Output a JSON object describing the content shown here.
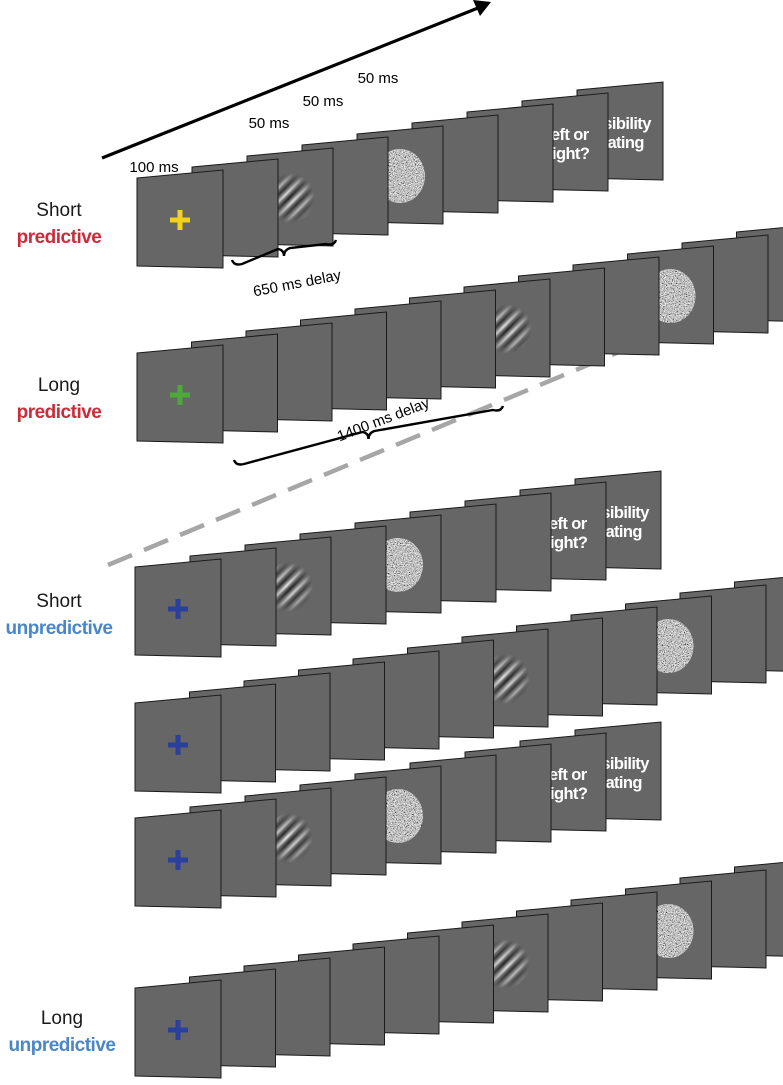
{
  "colors": {
    "predictive": "#cc2b3b",
    "unpredictive": "#4a86c8",
    "fixation_yellow": "#f2d21b",
    "fixation_green": "#4fa83a",
    "fixation_blue": "#2a3f9e",
    "frame": "#666666",
    "divider": "#a6a6a6"
  },
  "rows": [
    {
      "name": "Short",
      "condition": "predictive",
      "fixation_color": "fixation_yellow",
      "cond_color": "predictive"
    },
    {
      "name": "Long",
      "condition": "predictive",
      "fixation_color": "fixation_green",
      "cond_color": "predictive"
    },
    {
      "name": "Short",
      "condition": "unpredictive",
      "fixation_color": "fixation_blue",
      "cond_color": "unpredictive"
    },
    {
      "name": "",
      "condition": "",
      "fixation_color": "fixation_blue",
      "cond_color": "unpredictive"
    },
    {
      "name": "",
      "condition": "",
      "fixation_color": "fixation_blue",
      "cond_color": "unpredictive"
    },
    {
      "name": "Long",
      "condition": "unpredictive",
      "fixation_color": "fixation_blue",
      "cond_color": "unpredictive"
    }
  ],
  "timing_labels": [
    "100 ms",
    "50 ms",
    "50 ms",
    "50 ms"
  ],
  "delay_labels": [
    "650 ms delay",
    "1400 ms delay"
  ],
  "frame_text": {
    "response_line1": "Left or",
    "response_line2": "Right?",
    "rating_line1": "Visibility",
    "rating_line2": "Rating"
  },
  "icons": [
    "fixation-cross-icon",
    "grating-icon",
    "noise-mask-icon",
    "time-arrow-icon"
  ]
}
